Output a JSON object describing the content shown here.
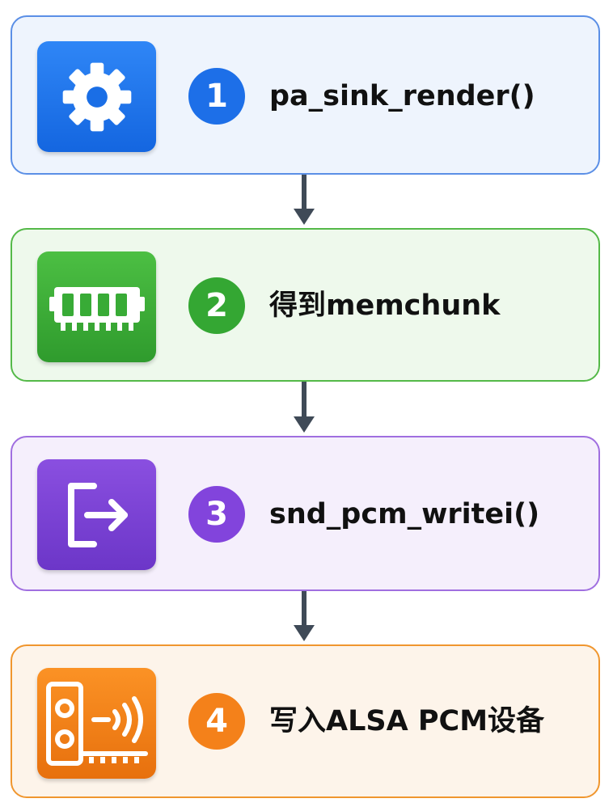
{
  "colors": {
    "step1_accent": "#1d6fe8",
    "step2_accent": "#34a733",
    "step3_accent": "#8244dc",
    "step4_accent": "#f4811a",
    "arrow": "#3f4a57"
  },
  "steps": [
    {
      "number": "1",
      "label": "pa_sink_render()",
      "icon": "gear-icon"
    },
    {
      "number": "2",
      "label": "得到memchunk",
      "icon": "memory-chip-icon"
    },
    {
      "number": "3",
      "label": "snd_pcm_writei()",
      "icon": "exit-arrow-icon"
    },
    {
      "number": "4",
      "label": "写入ALSA PCM设备",
      "icon": "audio-device-icon"
    }
  ]
}
